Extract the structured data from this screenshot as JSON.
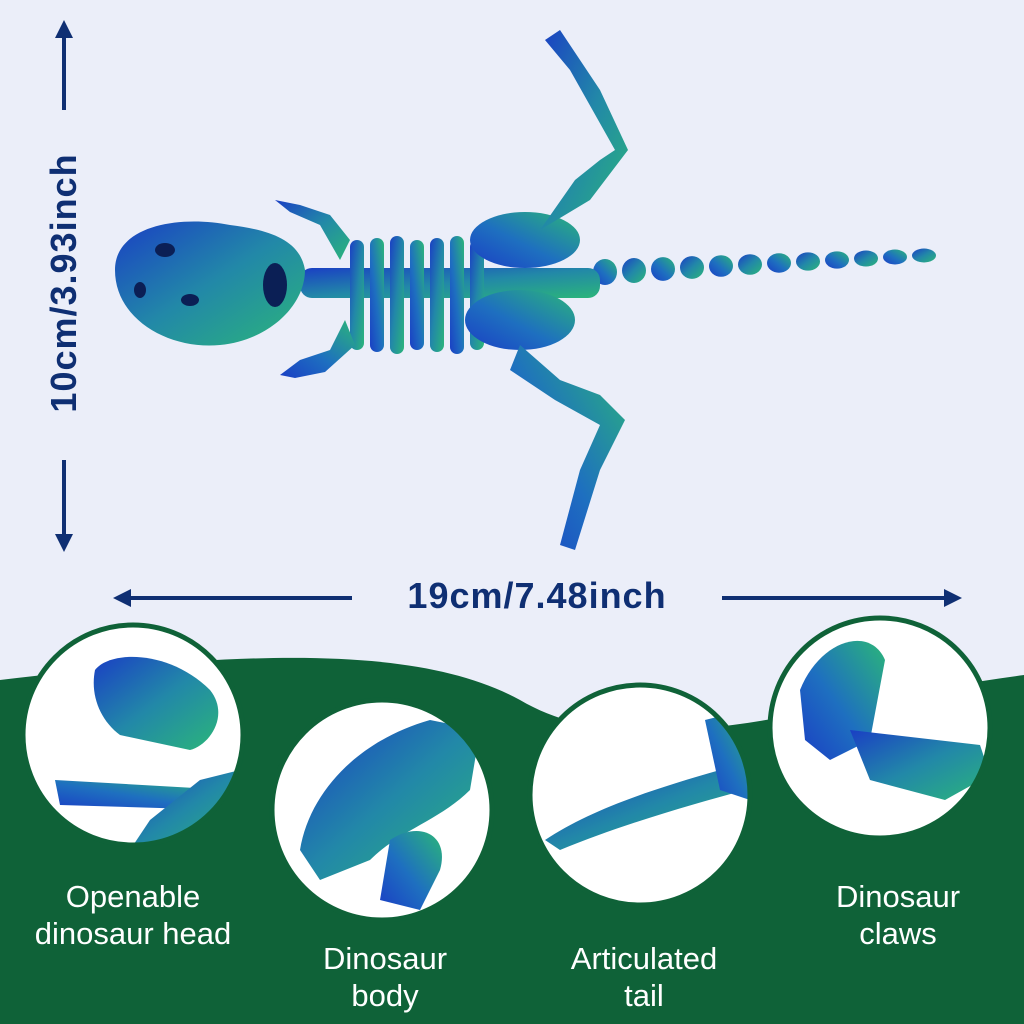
{
  "dimensions": {
    "height_label": "10cm/3.93inch",
    "width_label": "19cm/7.48inch"
  },
  "colors": {
    "background": "#ebeef9",
    "green_band": "#0f6238",
    "dimension_text": "#0f2f73",
    "circle_border": "#0f6238",
    "caption_text": "#ffffff",
    "model_blue": "#1a3fc4",
    "model_green": "#2bb57a"
  },
  "features": [
    {
      "name": "head",
      "caption_lines": [
        "Openable",
        "dinosaur head"
      ]
    },
    {
      "name": "body",
      "caption_lines": [
        "Dinosaur",
        "body"
      ]
    },
    {
      "name": "tail",
      "caption_lines": [
        "Articulated",
        "tail"
      ]
    },
    {
      "name": "claws",
      "caption_lines": [
        "Dinosaur",
        "claws"
      ]
    }
  ]
}
